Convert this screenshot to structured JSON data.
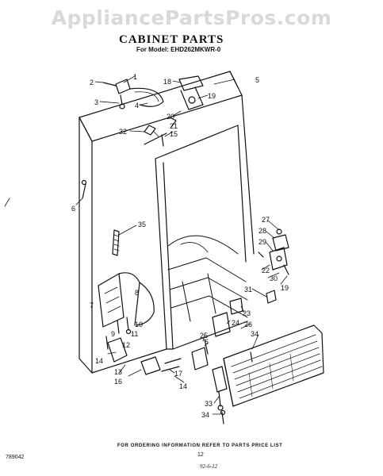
{
  "watermark": "AppliancePartsPros.com",
  "header": {
    "title": "CABINET PARTS",
    "model": "For Model: EHD262MKWR-0"
  },
  "footer": {
    "note": "FOR ORDERING INFORMATION REFER TO PARTS PRICE LIST",
    "page_number": "12",
    "doc_number": "789042",
    "date": "92-6-12"
  },
  "callouts": {
    "c1": "1",
    "c2": "2",
    "c3": "3",
    "c4": "4",
    "c5": "5",
    "c6": "6",
    "c6b": "6",
    "c7": "7",
    "c8": "8",
    "c9": "9",
    "c10": "10",
    "c11": "11",
    "c12": "12",
    "c13": "13",
    "c14": "14",
    "c14b": "14",
    "c15": "15",
    "c16": "16",
    "c17": "17",
    "c18": "18",
    "c19": "19",
    "c19b": "19",
    "c20": "20",
    "c21": "21",
    "c22": "22",
    "c23": "23",
    "c24": "24",
    "c25": "25",
    "c26": "26",
    "c27": "27",
    "c28": "28",
    "c29": "29",
    "c30": "30",
    "c31": "31",
    "c32": "32",
    "c33": "33",
    "c34": "34",
    "c34b": "34",
    "c35": "35"
  }
}
